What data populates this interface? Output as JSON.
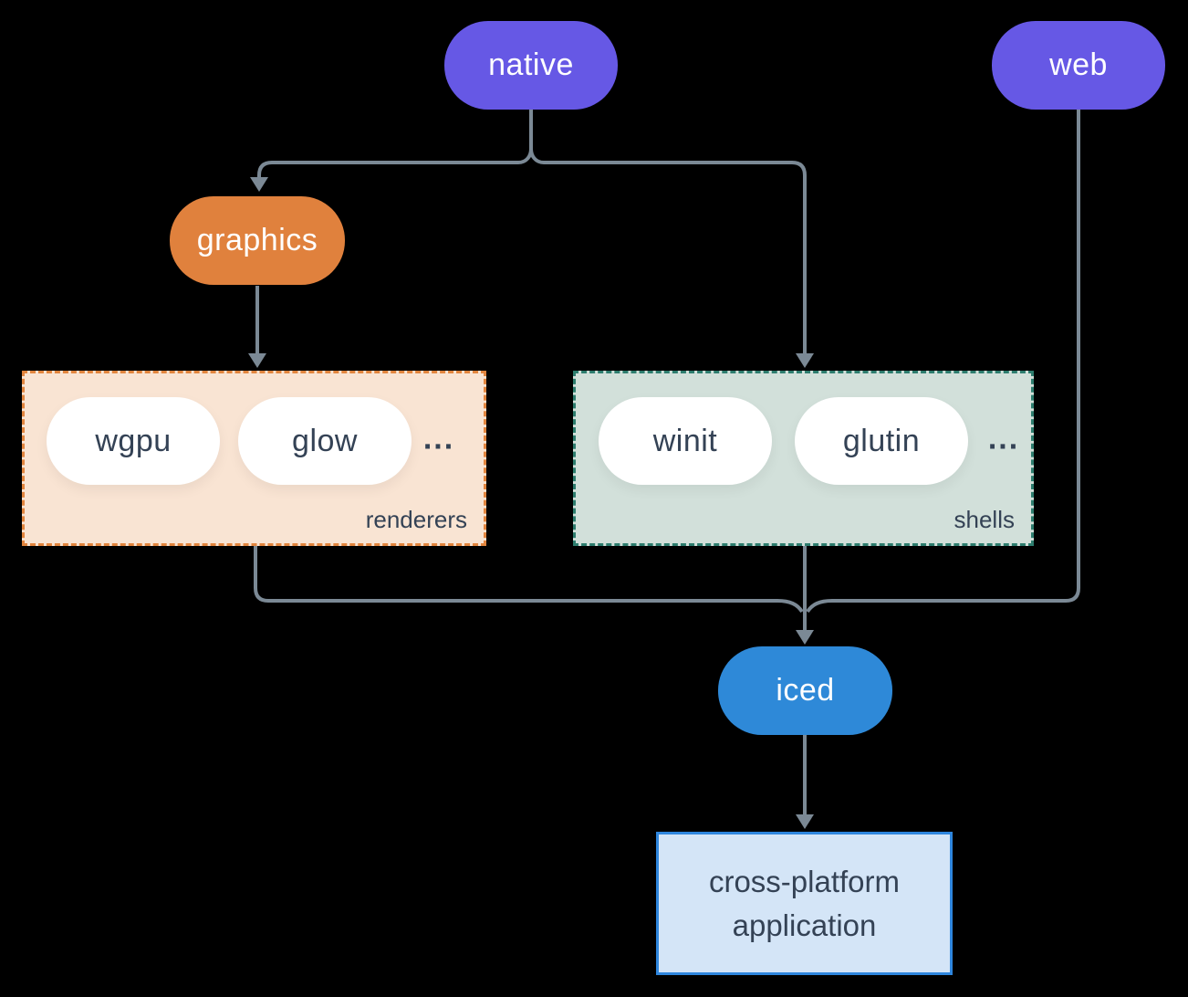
{
  "colors": {
    "purple": "#6658e5",
    "orange": "#e0813d",
    "blue": "#2e89d8",
    "renderers_fill": "#f9e4d3",
    "renderers_border": "#e2853e",
    "shells_fill": "#d2e0da",
    "shells_border": "#2d7d6e",
    "app_fill": "#d4e5f7",
    "app_border": "#2e86de",
    "line": "#7b8995",
    "dark_text": "#344255"
  },
  "nodes": {
    "native": "native",
    "web": "web",
    "graphics": "graphics",
    "iced": "iced",
    "app_line1": "cross-platform",
    "app_line2": "application"
  },
  "groups": {
    "renderers": {
      "label": "renderers",
      "items": [
        "wgpu",
        "glow"
      ],
      "more": "..."
    },
    "shells": {
      "label": "shells",
      "items": [
        "winit",
        "glutin"
      ],
      "more": "..."
    }
  }
}
